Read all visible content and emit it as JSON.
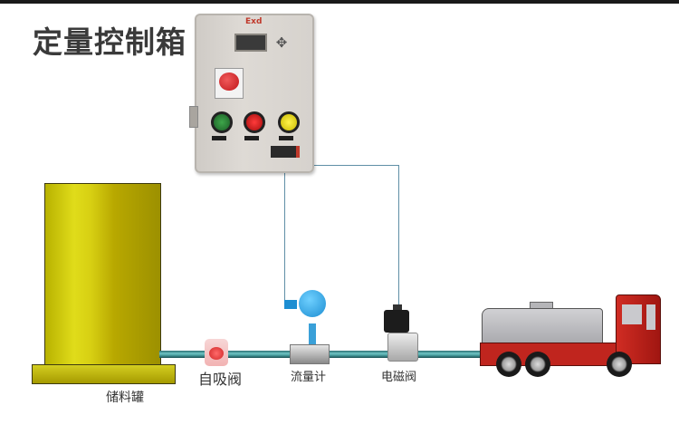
{
  "title": "定量控制箱",
  "control_box": {
    "ex_mark": "Exd",
    "keypad_icon": "✥"
  },
  "labels": {
    "storage_tank": "储料罐",
    "self_priming_valve": "自吸阀",
    "flow_meter": "流量计",
    "solenoid_valve": "电磁阀"
  },
  "colors": {
    "tank": "#d7cf12",
    "pipe": "#3d8f90",
    "wire": "#5f8fa6",
    "flow_meter": "#1d8ed2",
    "truck_red": "#c0251e",
    "lamp_green": "#3ea64a",
    "lamp_red": "#ff3b3b",
    "lamp_yellow": "#fff34a"
  }
}
